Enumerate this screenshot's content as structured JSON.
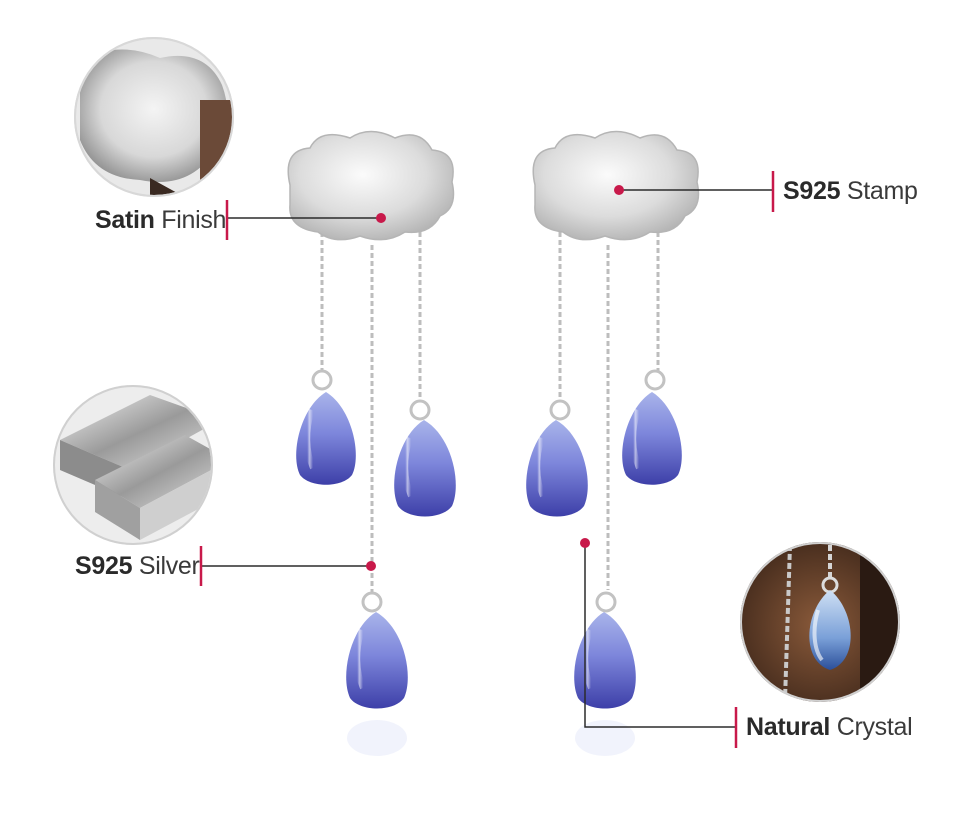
{
  "colors": {
    "accent": "#c8194a",
    "silver": "#d9d9d9",
    "crystal": "#5a63c9",
    "callout_line": "#2b2b2b"
  },
  "callouts": {
    "satin": {
      "bold": "Satin",
      "light": " Finish"
    },
    "stamp": {
      "bold": "S925",
      "light": " Stamp"
    },
    "silver": {
      "bold": "S925",
      "light": " Silver"
    },
    "crystal": {
      "bold": "Natural",
      "light": " Crystal"
    }
  },
  "inset_images": [
    {
      "name": "satin-finish-closeup",
      "subject": "brushed silver cloud surface"
    },
    {
      "name": "silver-bars-closeup",
      "subject": "stacked silver ingots"
    },
    {
      "name": "crystal-drop-closeup",
      "subject": "blue crystal drop on chain"
    }
  ]
}
